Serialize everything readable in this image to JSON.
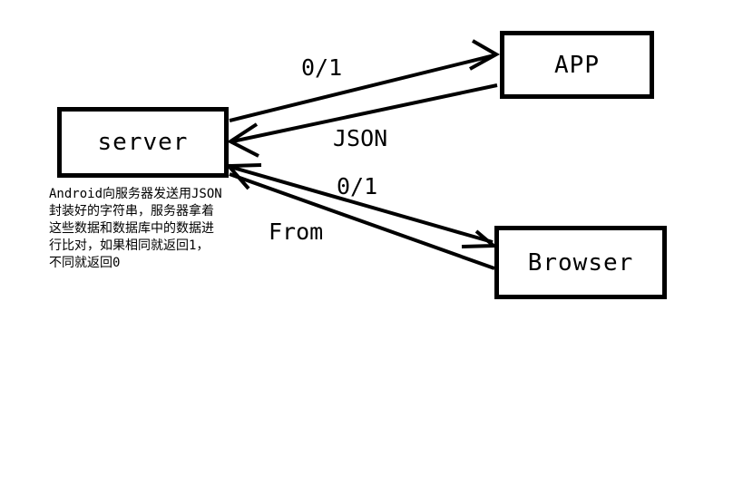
{
  "diagram": {
    "title": "client-server JSON verification flow",
    "background_color": "#ffffff",
    "stroke_color": "#000000",
    "nodes": [
      {
        "id": "server",
        "label": "server"
      },
      {
        "id": "app",
        "label": "APP"
      },
      {
        "id": "browser",
        "label": "Browser"
      }
    ],
    "edges": [
      {
        "id": "server-to-app",
        "from": "server",
        "to": "app",
        "label": "0/1"
      },
      {
        "id": "app-to-server",
        "from": "app",
        "to": "server",
        "label": "JSON"
      },
      {
        "id": "browser-to-server",
        "from": "browser",
        "to": "server",
        "label": "0/1"
      },
      {
        "id": "server-to-browser",
        "from": "server",
        "to": "browser",
        "label": "From"
      }
    ],
    "annotation": {
      "lines": [
        "Android向服务器发送用JSON",
        "封装好的字符串，服务器拿着",
        "这些数据和数据库中的数据进",
        "行比对，如果相同就返回1，",
        "不同就返回0"
      ]
    }
  }
}
